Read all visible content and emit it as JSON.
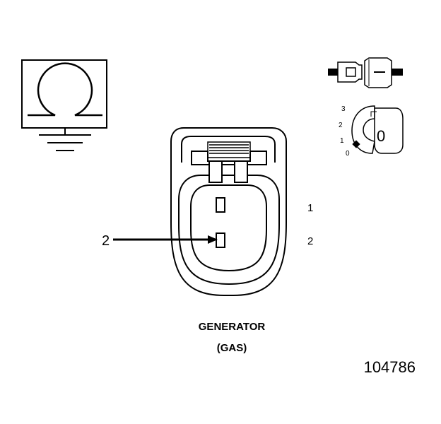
{
  "diagram": {
    "type": "connector-pinout",
    "title_line1": "GENERATOR",
    "title_line2": "(GAS)",
    "figure_number": "104786",
    "callout": "2",
    "pins": [
      {
        "label": "1"
      },
      {
        "label": "2"
      }
    ],
    "position_scale": [
      "3",
      "2",
      "1",
      "0"
    ],
    "key_label": "0",
    "symbol": "omega-ground-symbol"
  }
}
